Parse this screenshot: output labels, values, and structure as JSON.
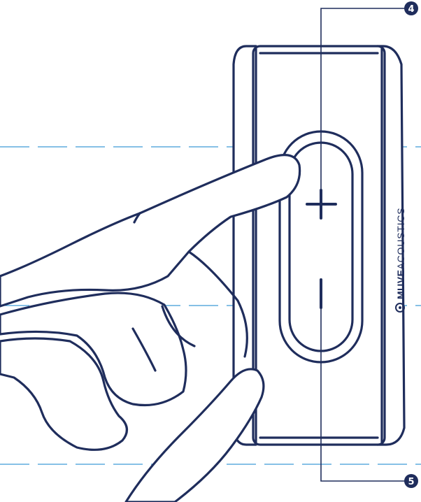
{
  "callouts": [
    {
      "number": "4",
      "target": "volume-up-button"
    },
    {
      "number": "5",
      "target": "volume-down-button"
    }
  ],
  "buttons": {
    "volume_up_symbol": "+",
    "volume_down_symbol": "−"
  },
  "brand": {
    "bold": "MUVE",
    "light": "ACOUSTICS"
  },
  "colors": {
    "ink": "#1f2d5c",
    "guide_lines": "#3d9ad6",
    "background": "#ffffff"
  },
  "icons": [
    "muve-logo-icon",
    "hand-illustration"
  ]
}
